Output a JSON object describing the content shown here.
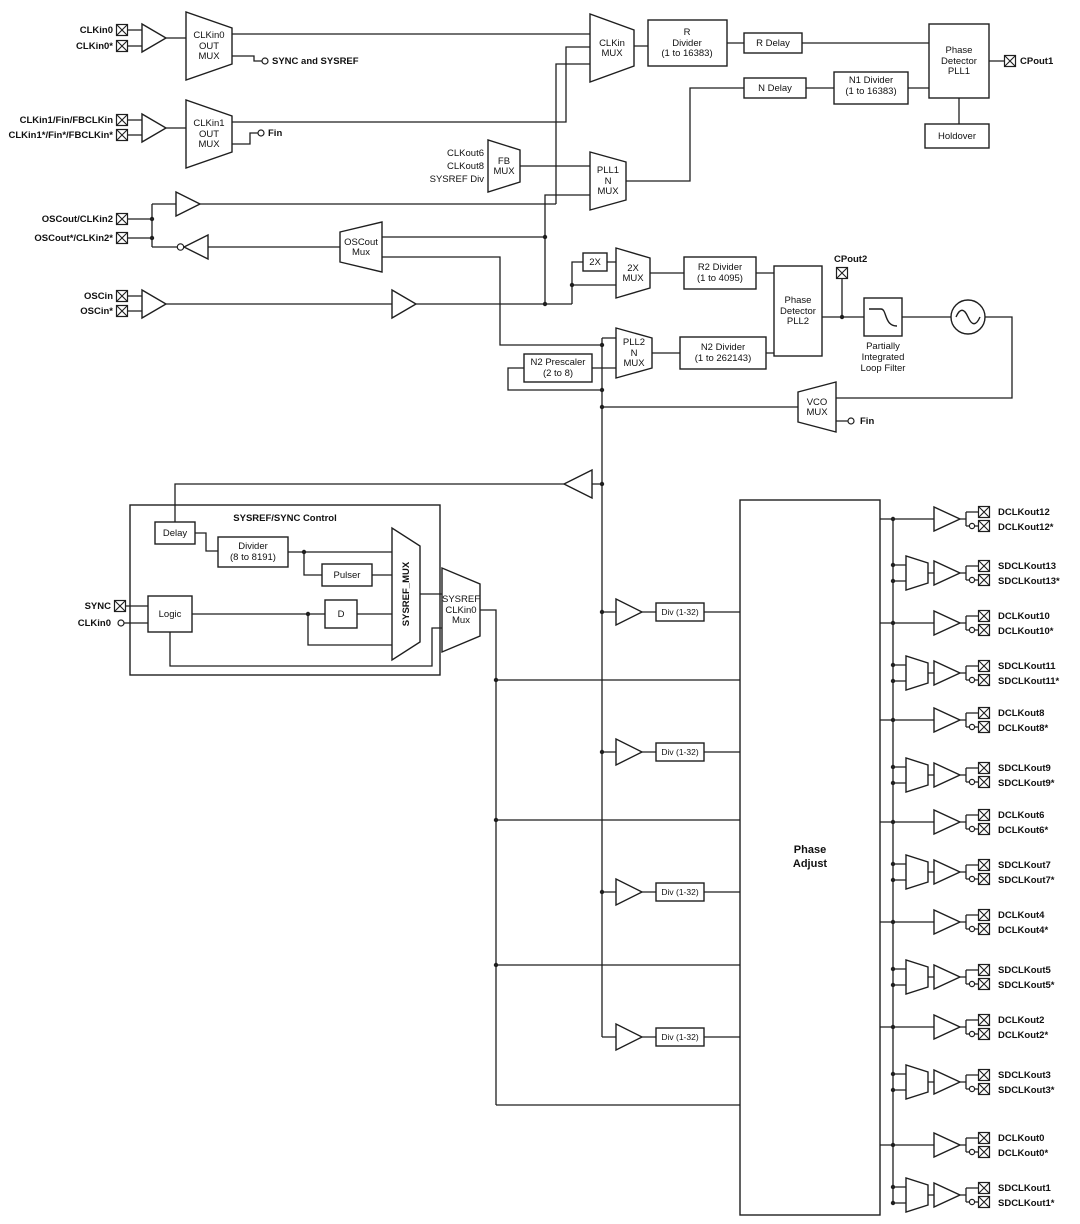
{
  "pins": {
    "clkin0": "CLKin0",
    "clkin0_n": "CLKin0*",
    "clkin1": "CLKin1/Fin/FBCLKin",
    "clkin1_n": "CLKin1*/Fin*/FBCLKin*",
    "oscout": "OSCout/CLKin2",
    "oscout_n": "OSCout*/CLKin2*",
    "oscin": "OSCin",
    "oscin_n": "OSCin*",
    "sync": "SYNC",
    "clkin0_sync": "CLKin0",
    "cpout1": "CPout1",
    "cpout2": "CPout2",
    "fin_top": "Fin",
    "fin_vco": "Fin",
    "sync_and_sysref": "SYNC and SYSREF"
  },
  "blocks": {
    "clkin0_out_mux": [
      "CLKin0",
      "OUT",
      "MUX"
    ],
    "clkin1_out_mux": [
      "CLKin1",
      "OUT",
      "MUX"
    ],
    "clkin_mux": [
      "CLKin",
      "MUX"
    ],
    "r_divider": [
      "R",
      "Divider",
      "(1 to 16383)"
    ],
    "r_delay": "R Delay",
    "n_delay": "N Delay",
    "n1_divider": [
      "N1 Divider",
      "(1 to 16383)"
    ],
    "pd_pll1": [
      "Phase",
      "Detector",
      "PLL1"
    ],
    "holdover": "Holdover",
    "fb_mux": [
      "FB",
      "MUX"
    ],
    "fb_in": [
      "CLKout6",
      "CLKout8",
      "SYSREF Div"
    ],
    "pll1_n_mux": [
      "PLL1",
      "N",
      "MUX"
    ],
    "oscout_mux": [
      "OSCout",
      "Mux"
    ],
    "x2": "2X",
    "x2_mux": [
      "2X",
      "MUX"
    ],
    "r2_divider": [
      "R2 Divider",
      "(1 to 4095)"
    ],
    "pd_pll2": [
      "Phase",
      "Detector",
      "PLL2"
    ],
    "loop_filter": [
      "Partially",
      "Integrated",
      "Loop Filter"
    ],
    "n2_prescaler": [
      "N2 Prescaler",
      "(2 to 8)"
    ],
    "pll2_n_mux": [
      "PLL2",
      "N",
      "MUX"
    ],
    "n2_divider": [
      "N2 Divider",
      "(1 to 262143)"
    ],
    "vco_mux": [
      "VCO",
      "MUX"
    ],
    "sysref_title": "SYSREF/SYNC Control",
    "delay": "Delay",
    "sysref_divider": [
      "Divider",
      "(8 to 8191)"
    ],
    "pulser": "Pulser",
    "dff": "D",
    "logic": "Logic",
    "sysref_mux": "SYSREF_MUX",
    "sysref_clkin0_mux": [
      "SYSREF",
      "CLKin0",
      "Mux"
    ],
    "phase_adjust": [
      "Phase",
      "Adjust"
    ],
    "div": "Div (1-32)"
  },
  "outputs": [
    {
      "p": "DCLKout12",
      "n": "DCLKout12*"
    },
    {
      "p": "SDCLKout13",
      "n": "SDCLKout13*"
    },
    {
      "p": "DCLKout10",
      "n": "DCLKout10*"
    },
    {
      "p": "SDCLKout11",
      "n": "SDCLKout11*"
    },
    {
      "p": "DCLKout8",
      "n": "DCLKout8*"
    },
    {
      "p": "SDCLKout9",
      "n": "SDCLKout9*"
    },
    {
      "p": "DCLKout6",
      "n": "DCLKout6*"
    },
    {
      "p": "SDCLKout7",
      "n": "SDCLKout7*"
    },
    {
      "p": "DCLKout4",
      "n": "DCLKout4*"
    },
    {
      "p": "SDCLKout5",
      "n": "SDCLKout5*"
    },
    {
      "p": "DCLKout2",
      "n": "DCLKout2*"
    },
    {
      "p": "SDCLKout3",
      "n": "SDCLKout3*"
    },
    {
      "p": "DCLKout0",
      "n": "DCLKout0*"
    },
    {
      "p": "SDCLKout1",
      "n": "SDCLKout1*"
    }
  ],
  "colors": {
    "line": "#1f1f1f",
    "background": "#ffffff"
  }
}
